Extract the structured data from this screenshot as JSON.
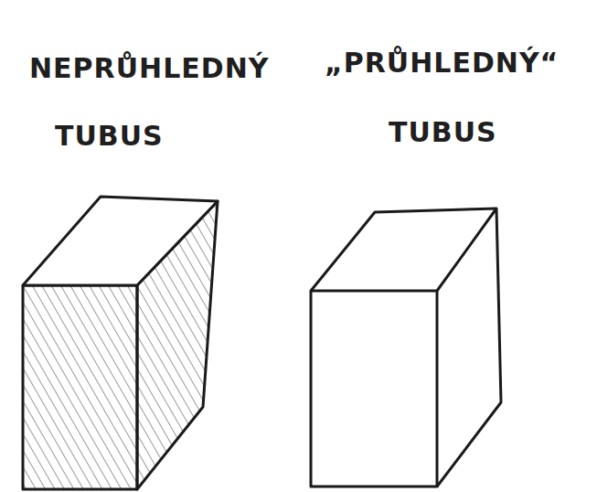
{
  "diagram": {
    "labels": [
      "NEPRŮHLEDNÝ",
      "TUBUS",
      "„PRŮHLEDNÝ“",
      "TUBUS"
    ]
  }
}
